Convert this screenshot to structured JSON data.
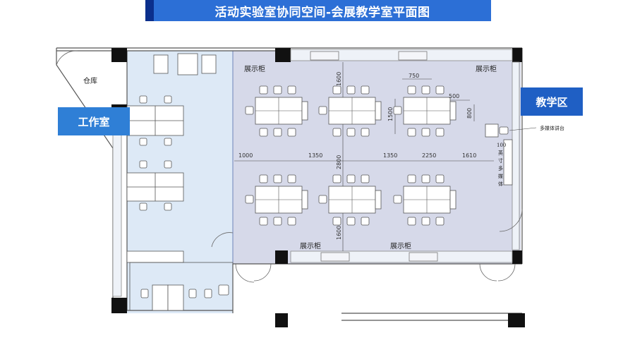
{
  "title": "活动实验室协同空间-会展教学室平面图",
  "labels": {
    "storage": "仓库",
    "workroom": "工作室",
    "teaching_zone": "教学区",
    "display_cabinet": "展示柜",
    "podium": "多媒体讲台",
    "tv_line1": "100",
    "tv_line2": "英",
    "tv_line3": "寸",
    "tv_line4": "多",
    "tv_line5": "媒",
    "tv_line6": "体"
  },
  "dimensions": {
    "d1000": "1000",
    "d1350a": "1350",
    "d2800": "2800",
    "d1350b": "1350",
    "d2250": "2250",
    "d1610": "1610",
    "d750": "750",
    "d500": "500",
    "d1500": "1500",
    "d800": "800",
    "d1600a": "1600",
    "d1600b": "1600"
  },
  "colors": {
    "title_bar": "#2c6fd6",
    "title_accent": "#0b2f8c",
    "workroom_fill": "#dde9f6",
    "teaching_fill": "#d6d9e9",
    "zone_label_bg": "#2f7fd6",
    "teaching_label_bg": "#1f5fc4",
    "wall": "#111111"
  }
}
